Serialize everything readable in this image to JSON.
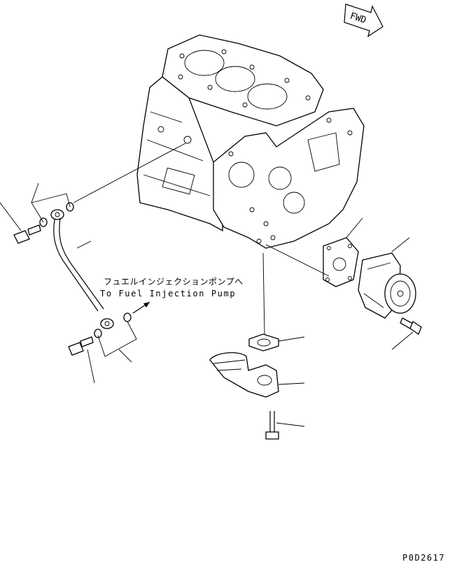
{
  "fwd_label": "FWD",
  "note_jp": "フュエルインジェクションポンプへ",
  "note_en": "To Fuel Injection Pump",
  "figure_code": "P0D2617",
  "colors": {
    "line": "#000000",
    "background": "#ffffff"
  }
}
